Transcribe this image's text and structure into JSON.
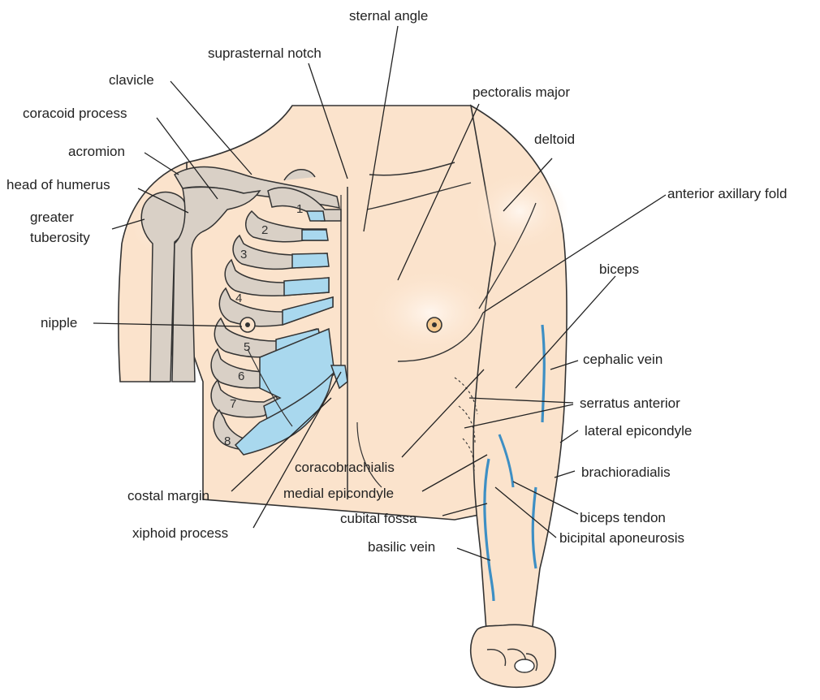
{
  "labels": {
    "sternal_angle": "sternal angle",
    "suprasternal_notch": "suprasternal notch",
    "clavicle": "clavicle",
    "pectoralis_major": "pectoralis major",
    "coracoid_process": "coracoid process",
    "deltoid": "deltoid",
    "acromion": "acromion",
    "head_of_humerus": "head of humerus",
    "anterior_axillary_fold": "anterior axillary fold",
    "greater_tuberosity_line1": "greater",
    "greater_tuberosity_line2": "tuberosity",
    "biceps": "biceps",
    "nipple": "nipple",
    "cephalic_vein": "cephalic vein",
    "serratus_anterior": "serratus anterior",
    "lateral_epicondyle": "lateral epicondyle",
    "coracobrachialis": "coracobrachialis",
    "brachioradialis": "brachioradialis",
    "costal_margin": "costal margin",
    "medial_epicondyle": "medial epicondyle",
    "cubital_fossa": "cubital fossa",
    "biceps_tendon": "biceps tendon",
    "xiphoid_process": "xiphoid process",
    "bicipital_aponeurosis": "bicipital aponeurosis",
    "basilic_vein": "basilic vein"
  },
  "rib_numbers": [
    "1",
    "2",
    "3",
    "4",
    "5",
    "6",
    "7",
    "8"
  ],
  "colors": {
    "skin": "#fbe3cc",
    "skin_highlight": "#fff4ea",
    "bone": "#d9d0c6",
    "cartilage": "#a9d8ee",
    "vein": "#3d8fc4",
    "outline": "#333333"
  }
}
